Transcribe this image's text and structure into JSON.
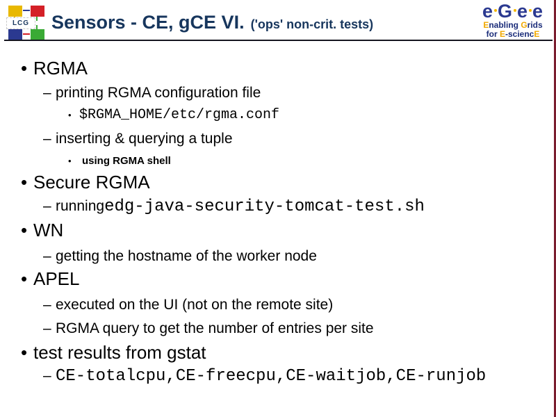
{
  "header": {
    "title": "Sensors - CE, gCE VI.",
    "subtitle": "('ops' non-crit. tests)",
    "title_color": "#17365D"
  },
  "logos": {
    "lcg": {
      "label": "LCG",
      "square_colors": {
        "top_left": "#E8B800",
        "top_right": "#D42027",
        "bottom_left": "#2B3990",
        "bottom_right": "#3AAA35"
      }
    },
    "egee": {
      "letters": [
        "e",
        "G",
        "e",
        "e"
      ],
      "word_color": "#2B3990",
      "accent_color": "#F0A800",
      "tag1": {
        "0": "E",
        "1": "nabling ",
        "2": "G",
        "3": "rids"
      },
      "tag2": {
        "0": "for ",
        "1": "E",
        "2": "-scienc",
        "3": "E"
      }
    }
  },
  "decor": {
    "rule_color": "#15151f",
    "right_border_color": "#7A1C2E"
  },
  "bullets": [
    {
      "level": 1,
      "bullet": "•",
      "text": "RGMA"
    },
    {
      "level": 2,
      "bullet": "–",
      "text": "printing RGMA configuration file"
    },
    {
      "level": 3,
      "bullet": "•",
      "code": "$RGMA_HOME/etc/rgma.conf"
    },
    {
      "level": 2,
      "bullet": "–",
      "text": "inserting & querying a tuple"
    },
    {
      "level": 3,
      "bullet": "•",
      "text": "using RGMA shell"
    },
    {
      "level": 1,
      "bullet": "•",
      "text": "Secure RGMA"
    },
    {
      "level": 2,
      "bullet": "–",
      "text": "running ",
      "code": "edg-java-security-tomcat-test.sh"
    },
    {
      "level": 1,
      "bullet": "•",
      "text": "WN"
    },
    {
      "level": 2,
      "bullet": "–",
      "text": "getting the hostname of the worker node"
    },
    {
      "level": 1,
      "bullet": "•",
      "text": "APEL"
    },
    {
      "level": 2,
      "bullet": "–",
      "text": "executed on the UI (not on the remote site)"
    },
    {
      "level": 2,
      "bullet": "–",
      "text": "RGMA query to get the number of entries per site"
    },
    {
      "level": 1,
      "bullet": "•",
      "text": "test results from gstat"
    },
    {
      "level": 2,
      "bullet": "–",
      "code": "CE-totalcpu,CE-freecpu,CE-waitjob,CE-runjob"
    }
  ]
}
